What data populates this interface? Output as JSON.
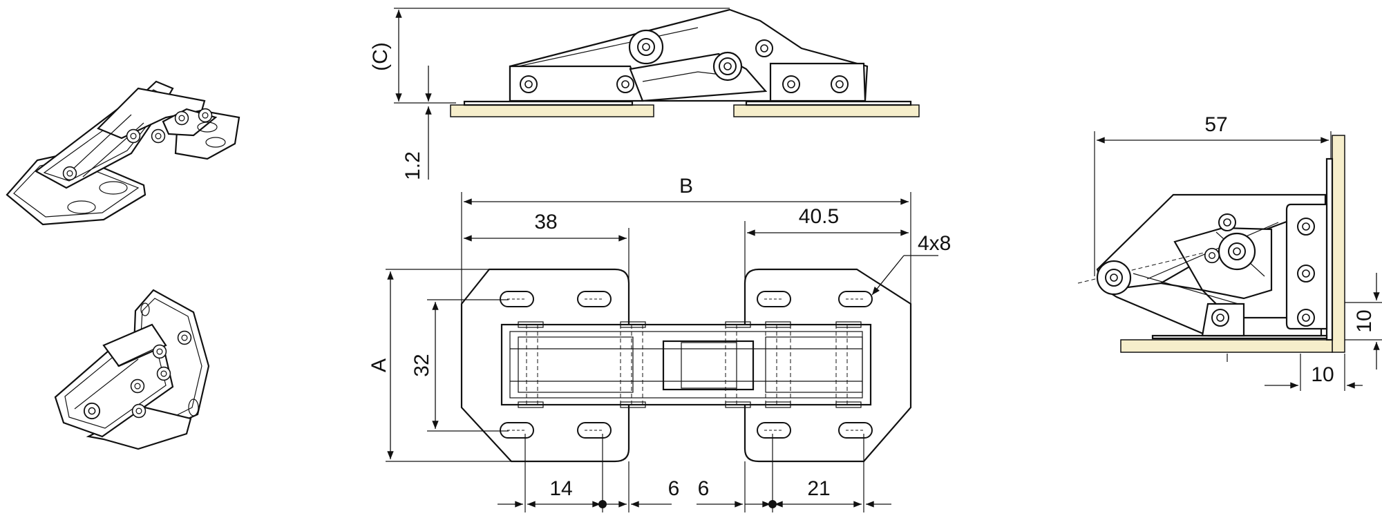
{
  "dimensions": {
    "C": "(C)",
    "thickness": "1.2",
    "B": "B",
    "left_width": "38",
    "right_width": "40.5",
    "slot": "4x8",
    "A": "A",
    "hole_spacing": "32",
    "left_hole_offset": "14",
    "gap_left": "6",
    "gap_right": "6",
    "right_hole_offset": "21",
    "depth": "57",
    "offset_v": "10",
    "offset_h": "10"
  },
  "colors": {
    "wood": "#f6eecb",
    "line": "#111111"
  }
}
